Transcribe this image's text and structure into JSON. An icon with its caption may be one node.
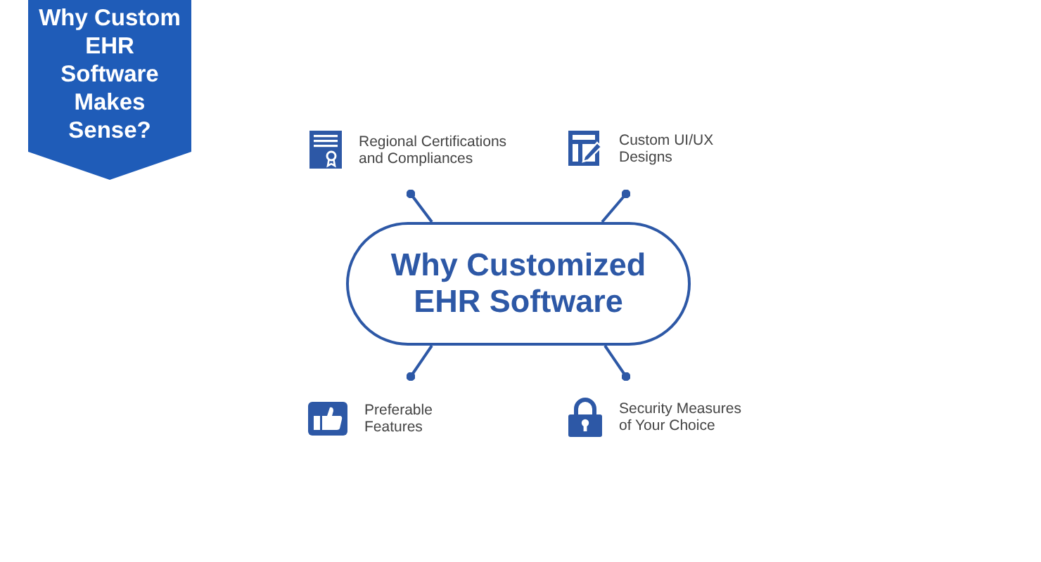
{
  "diagram": {
    "nodes": [
      {
        "text": [
          "Why Custom EHR Software Makes Sense?"
        ]
      },
      {
        "text": [
          "Why Customized EHR Software"
        ]
      },
      {
        "text": [
          "Regional Certifications and Compliances"
        ]
      },
      {
        "text": [
          "Custom UI/UX Designs"
        ]
      },
      {
        "text": [
          "Preferable Features"
        ]
      },
      {
        "text": [
          "Security Measures of Your Choice"
        ]
      }
    ],
    "edges": [
      {
        "from": 1,
        "to": 2,
        "arrow": "other"
      },
      {
        "from": 1,
        "to": 3,
        "arrow": "other"
      },
      {
        "from": 1,
        "to": 4,
        "arrow": "other"
      },
      {
        "from": 1,
        "to": 5,
        "arrow": "other"
      }
    ]
  }
}
